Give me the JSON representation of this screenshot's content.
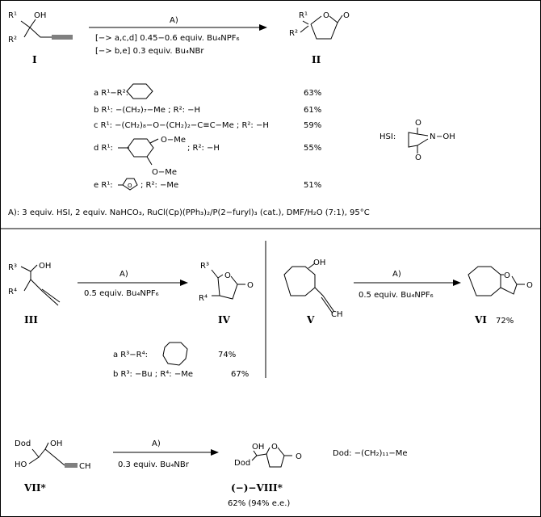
{
  "scheme1": {
    "compound_I": "I",
    "compound_II": "II",
    "conditions_label": "A)",
    "conditions_line1": "[−> a,c,d] 0.45−0.6 equiv. Bu₄NPF₆",
    "conditions_line2": "[−> b,e] 0.3 equiv. Bu₄NBr",
    "sm_labels": {
      "r1": "R¹",
      "r2": "R²",
      "oh": "OH"
    },
    "product_labels": {
      "r1": "R¹",
      "r2": "R²",
      "o_ring": "O",
      "o_keto": "O"
    },
    "entries": [
      {
        "key": "a",
        "substituent": "a R¹−R²:",
        "yield": "63%"
      },
      {
        "key": "b",
        "substituent": "b R¹: −(CH₂)₇−Me ; R²: −H",
        "yield": "61%"
      },
      {
        "key": "c",
        "substituent": "c R¹: −(CH₂)₈−O−(CH₂)₂−C≡C−Me ; R²: −H",
        "yield": "59%"
      },
      {
        "key": "d",
        "substituent_pre": "d R¹:",
        "substituent_post": "; R²: −H",
        "ome1": "O−Me",
        "ome2": "O−Me",
        "yield": "55%"
      },
      {
        "key": "e",
        "substituent_pre": "e R¹:",
        "substituent_post": "; R²: −Me",
        "ring_o": "O",
        "yield": "51%"
      }
    ],
    "hsi": {
      "label": "HSI:",
      "n": "N",
      "oh": "−OH",
      "o_top": "O",
      "o_bottom": "O"
    },
    "footnote": "A): 3 equiv. HSI, 2 equiv. NaHCO₃, RuCl(Cp)(PPh₃)₂/P(2−furyl)₃ (cat.), DMF/H₂O (7:1), 95°C"
  },
  "scheme2": {
    "compound_III": "III",
    "compound_IV": "IV",
    "conditions_label": "A)",
    "conditions": "0.5 equiv. Bu₄NPF₆",
    "labels": {
      "r3": "R³",
      "r4": "R⁴",
      "oh": "OH",
      "o_ring": "O",
      "o_keto": "O"
    },
    "entries": [
      {
        "key": "a",
        "substituent": "a R³−R⁴:",
        "yield": "74%"
      },
      {
        "key": "b",
        "substituent": "b R³: −Bu ; R⁴: −Me",
        "yield": "67%"
      }
    ]
  },
  "scheme3": {
    "compound_V": "V",
    "compound_VI": "VI",
    "yield": "72%",
    "conditions_label": "A)",
    "conditions": "0.5 equiv. Bu₄NPF₆",
    "labels": {
      "oh": "OH",
      "ch": "CH",
      "o_ring": "O",
      "o_keto": "O"
    }
  },
  "scheme4": {
    "compound_VII": "VII*",
    "compound_VIII": "(−)−VIII*",
    "result": "62% (94% e.e.)",
    "conditions_label": "A)",
    "conditions": "0.3 equiv. Bu₄NBr",
    "dod_definition": "Dod: −(CH₂)₁₁−Me",
    "labels": {
      "dod": "Dod",
      "oh": "OH",
      "ho": "HO",
      "ch": "CH",
      "o_ring": "O",
      "o_keto": "O"
    }
  }
}
